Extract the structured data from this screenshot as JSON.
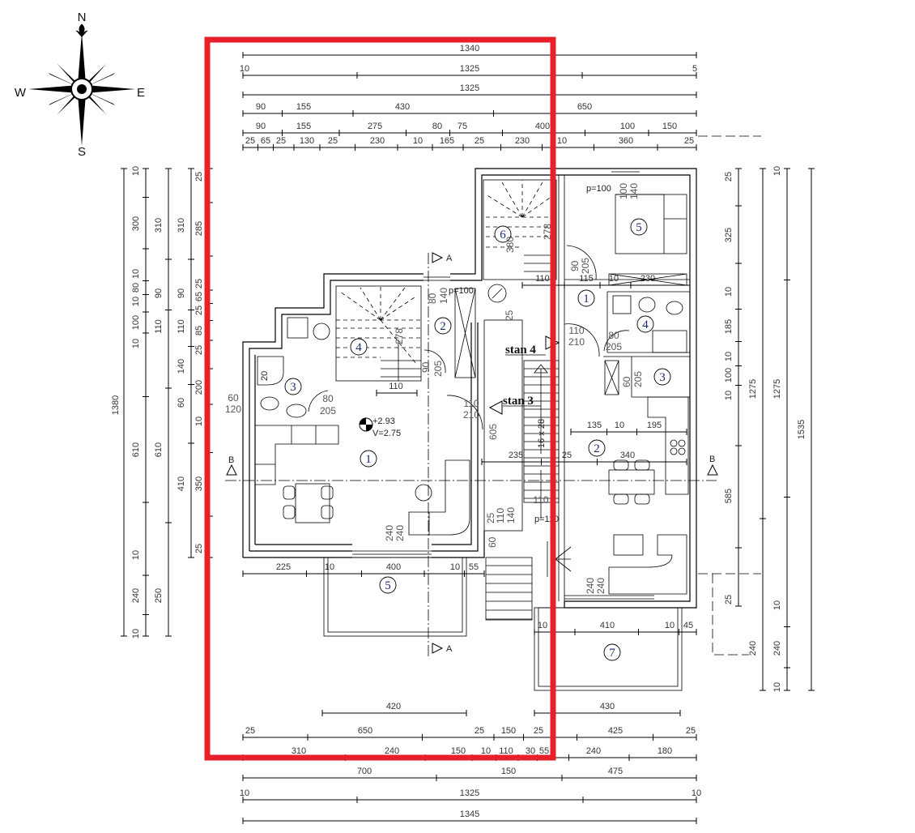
{
  "compass": {
    "north": "N",
    "south": "S",
    "east": "E",
    "west": "W"
  },
  "dimensions": {
    "top": [
      [
        "1340"
      ],
      [
        "10",
        "1325",
        "5"
      ],
      [
        "1325"
      ],
      [
        "90",
        "155",
        "430",
        "650"
      ],
      [
        "90",
        "155",
        "275",
        "80",
        "75",
        "400",
        "100",
        "150"
      ],
      [
        "25",
        "65",
        "25",
        "130",
        "25",
        "230",
        "10",
        "165",
        "25",
        "230",
        "10",
        "360",
        "25"
      ]
    ],
    "left": [
      [
        "1380"
      ],
      [
        "10",
        "300",
        "10",
        "80",
        "10",
        "100",
        "10",
        "610",
        "10",
        "240",
        "10"
      ],
      [
        "310",
        "90",
        "110",
        "610",
        "250"
      ],
      [
        "310",
        "90",
        "110",
        "140",
        "60",
        "410"
      ],
      [
        "25",
        "285",
        "25",
        "65",
        "25",
        "85",
        "25",
        "200",
        "10",
        "350",
        "25"
      ]
    ],
    "right": [
      [
        "25",
        "325",
        "10",
        "185",
        "10",
        "100",
        "10",
        "585",
        "25"
      ],
      [
        "1275",
        "240"
      ],
      [
        "10",
        "1275",
        "10",
        "240",
        "10"
      ],
      [
        "1535"
      ]
    ],
    "bottom": [
      [
        "420"
      ],
      [
        "430"
      ],
      [
        "25",
        "650",
        "25",
        "150",
        "25",
        "425",
        "25"
      ],
      [
        "310",
        "240",
        "150",
        "10",
        "110",
        "30",
        "55",
        "240",
        "180"
      ],
      [
        "700",
        "150",
        "475"
      ],
      [
        "10",
        "1325",
        "10"
      ],
      [
        "1345"
      ]
    ],
    "inner": [
      [
        "225",
        "10",
        "400",
        "10",
        "55"
      ],
      [
        "10",
        "410",
        "10",
        "45"
      ],
      [
        "135",
        "10",
        "195"
      ],
      [
        "235",
        "25",
        "340"
      ],
      [
        "110",
        "115",
        "10",
        "230"
      ],
      [
        "110"
      ]
    ]
  },
  "sections": {
    "a_top": "A",
    "a_bottom": "A",
    "b_left": "B",
    "b_right": "B"
  },
  "left_unit": {
    "rooms": [
      "1",
      "2",
      "3",
      "4",
      "5"
    ],
    "elevation": "+2.93",
    "level": "V=2.75",
    "door_bath": {
      "w": "80",
      "h": "205"
    },
    "door_hall": {
      "w": "90",
      "h": "205"
    },
    "door_entry": {
      "w": "110",
      "h": "210"
    },
    "window_hall": {
      "w": "80",
      "h": "140",
      "p": "p=100"
    },
    "window_bath": {
      "w": "60",
      "h": "120"
    },
    "shower": "20",
    "window_living": {
      "w": "240",
      "h": "240"
    },
    "stair_rise": "278"
  },
  "right_unit": {
    "rooms": [
      "1",
      "2",
      "3",
      "4",
      "5",
      "6",
      "7"
    ],
    "door_entry": {
      "w": "110",
      "h": "210"
    },
    "door_bath": {
      "w": "80",
      "h": "205"
    },
    "door_bed": {
      "w": "90",
      "h": "205"
    },
    "window_bed": {
      "w": "100",
      "h": "140",
      "p": "p=100"
    },
    "stair_rise": "278",
    "stair_width": "380",
    "door_storage": {
      "w": "60",
      "h": "205"
    },
    "window_living": {
      "w": "240",
      "h": "240"
    }
  },
  "stairwell": {
    "label_upper": "stan 4",
    "label_lower": "stan 3",
    "height": "605",
    "steps": "16 x 28",
    "landing": "110",
    "window": {
      "w": "110",
      "h": "140",
      "p": "p=110"
    },
    "dim_25a": "25",
    "dim_25b": "25",
    "dim_60": "60"
  },
  "highlight_color": "#e8202a"
}
